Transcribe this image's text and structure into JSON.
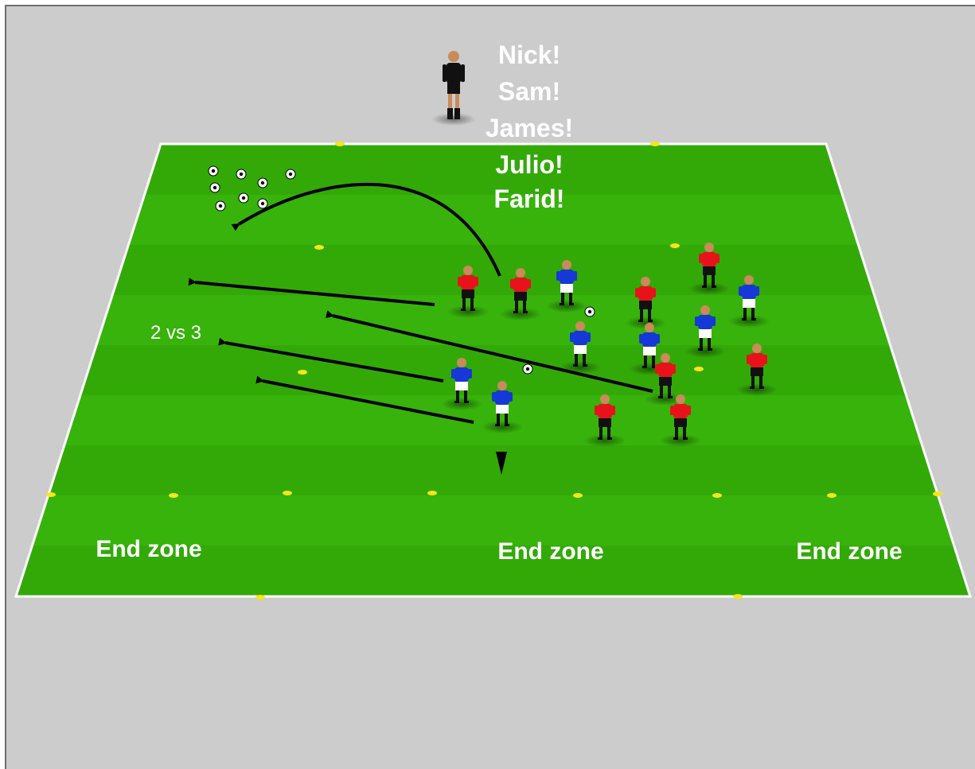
{
  "coach_call": {
    "names": [
      "Nick!",
      "Sam!",
      "James!",
      "Julio!",
      "Farid!"
    ]
  },
  "zones": {
    "left_label": "End zone",
    "center_label": "End zone",
    "right_label": "End zone"
  },
  "drill": {
    "matchup_label": "2 vs 3"
  },
  "colors": {
    "background": "#cccccc",
    "pitch_light": "#37b30b",
    "pitch_dark": "#2e9e07",
    "line": "#ffffff",
    "red_team": "#e8121a",
    "blue_team": "#1538d6",
    "cone": "#f5e61a",
    "arrow": "#000000"
  },
  "icons": [
    "coach-figure",
    "soccer-ball",
    "cone-marker",
    "player-red",
    "player-blue",
    "arrow"
  ]
}
